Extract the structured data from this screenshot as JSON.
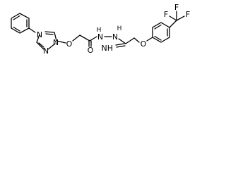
{
  "molecule": {
    "atoms": {
      "triazole_n1": "N",
      "triazole_n2": "N",
      "triazole_n4": "N",
      "ether_o1": "O",
      "carbonyl_o": "O",
      "hydrazide_nh1": "N",
      "hydrazide_h1": "H",
      "hydrazide_nh2": "N",
      "hydrazide_h2": "H",
      "imine_nh": "NH",
      "ether_o2": "O",
      "cf3_f1": "F",
      "cf3_f2": "F",
      "cf3_f3": "F"
    }
  },
  "colors": {
    "bond": "#000000",
    "background": "#ffffff"
  }
}
